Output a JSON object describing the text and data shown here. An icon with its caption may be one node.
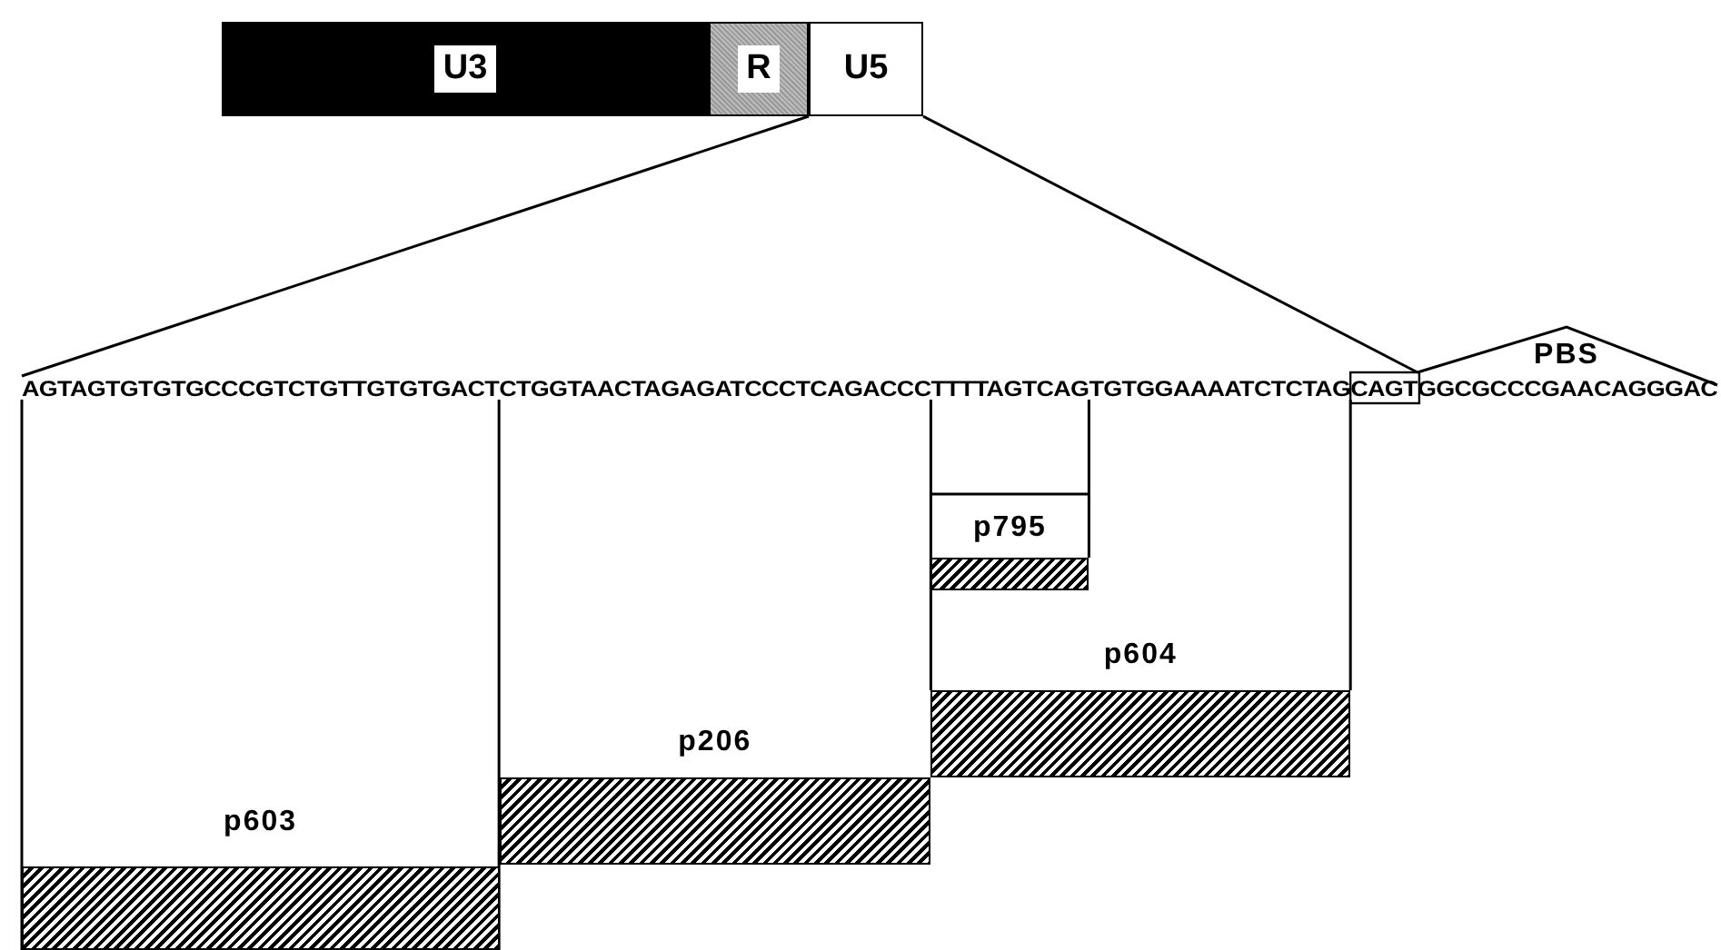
{
  "diagram": {
    "nodes": [
      {
        "text": [
          "U3"
        ]
      },
      {
        "text": [
          "R"
        ]
      },
      {
        "text": [
          "U5"
        ]
      },
      {
        "text": [
          "p795"
        ]
      },
      {
        "text": [
          "p604"
        ]
      },
      {
        "text": [
          "p206"
        ]
      },
      {
        "text": [
          "p603"
        ]
      }
    ],
    "labels": [
      "PBS",
      "AGTAGTGTGTGCCCGTCTGTTGTGTGACTCTGGTAACTAGAGATCCCTCAGACCCTTTTAGTCAGTGTGGAAAATCTCTAGCAGTGGCGCCCGAACAGGGAC"
    ]
  }
}
